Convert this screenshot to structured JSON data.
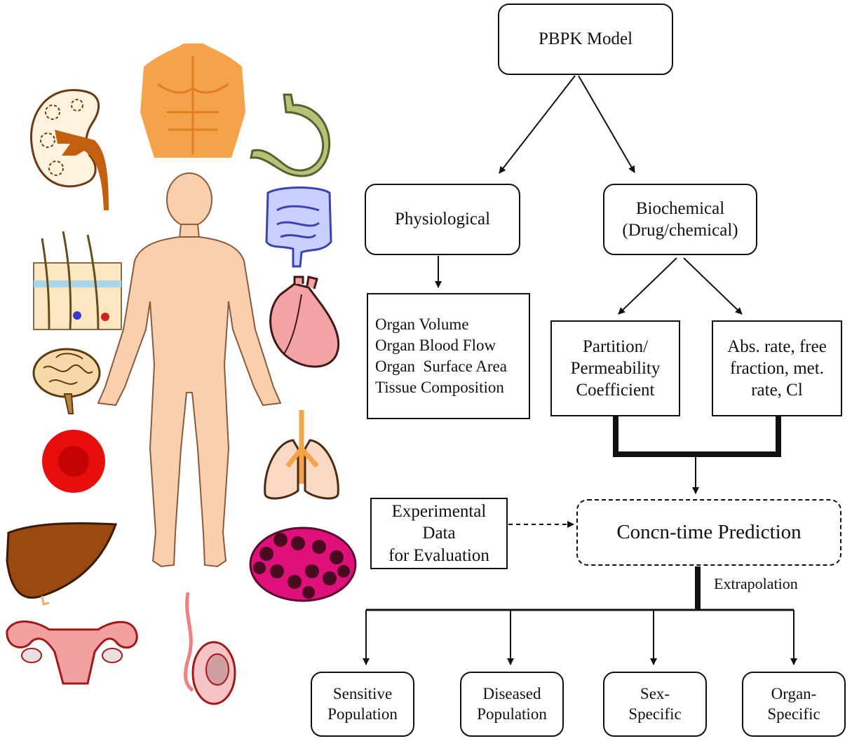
{
  "title": "PBPK Model",
  "physiological": {
    "label": "Physiological",
    "params": [
      "Organ Volume",
      "Organ Blood Flow",
      "Organ  Surface Area",
      "Tissue Composition"
    ]
  },
  "biochemical": {
    "line1": "Biochemical",
    "line2": "(Drug/chemical)",
    "partition": [
      "Partition/",
      "Permeability",
      "Coefficient"
    ],
    "absorption": [
      "Abs. rate, free",
      "fraction, met.",
      "rate, Cl"
    ]
  },
  "experimental": [
    "Experimental",
    "Data",
    "for Evaluation"
  ],
  "prediction": "Concn-time Prediction",
  "extrapolation_label": "Extrapolation",
  "outcomes": [
    [
      "Sensitive",
      "Population"
    ],
    [
      "Diseased",
      "Population"
    ],
    [
      "Sex-",
      "Specific"
    ],
    [
      "Organ-",
      "Specific"
    ]
  ],
  "icons": [
    "kidney-icon",
    "torso-muscle-icon",
    "stomach-icon",
    "intestine-icon",
    "skin-icon",
    "heart-icon",
    "brain-icon",
    "lung-icon",
    "red-blood-cell-icon",
    "adipose-tissue-icon",
    "liver-icon",
    "uterus-icon",
    "testis-icon",
    "human-body-icon"
  ],
  "colors": {
    "skin": "#f9cfae",
    "orange": "#f5a34a",
    "kidney": "#c2600f",
    "heart": "#f3a3a3",
    "liver": "#9a4a10",
    "blood": "#e80e0e",
    "adipose": "#e0107a",
    "intestine": "#7f8ef0",
    "stomach": "#b6c27a"
  }
}
